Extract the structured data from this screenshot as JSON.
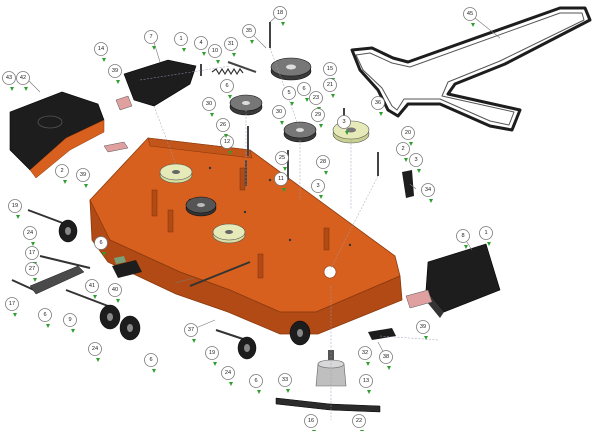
{
  "diagram": {
    "colors": {
      "deck": "#d8601f",
      "deck_dark": "#b14a14",
      "black_part": "#1d1d1d",
      "pulley_light": "#d9dfa0",
      "callout_border": "#7a7a7a",
      "arrow_green": "#2f9e2f",
      "background": "#ffffff"
    },
    "callouts": [
      {
        "id": "c1a",
        "label": "1"
      },
      {
        "id": "c1b",
        "label": "1"
      },
      {
        "id": "c2a",
        "label": "2"
      },
      {
        "id": "c2b",
        "label": "2"
      },
      {
        "id": "c3a",
        "label": "3"
      },
      {
        "id": "c3b",
        "label": "3"
      },
      {
        "id": "c3c",
        "label": "3"
      },
      {
        "id": "c4",
        "label": "4"
      },
      {
        "id": "c5",
        "label": "5"
      },
      {
        "id": "c6a",
        "label": "6"
      },
      {
        "id": "c6b",
        "label": "6"
      },
      {
        "id": "c6c",
        "label": "6"
      },
      {
        "id": "c6d",
        "label": "6"
      },
      {
        "id": "c6e",
        "label": "6"
      },
      {
        "id": "c6f",
        "label": "6"
      },
      {
        "id": "c7",
        "label": "7"
      },
      {
        "id": "c8",
        "label": "8"
      },
      {
        "id": "c9",
        "label": "9"
      },
      {
        "id": "c10",
        "label": "10"
      },
      {
        "id": "c11",
        "label": "11"
      },
      {
        "id": "c12",
        "label": "12"
      },
      {
        "id": "c13",
        "label": "13"
      },
      {
        "id": "c14",
        "label": "14"
      },
      {
        "id": "c15",
        "label": "15"
      },
      {
        "id": "c16",
        "label": "16"
      },
      {
        "id": "c17a",
        "label": "17"
      },
      {
        "id": "c17b",
        "label": "17"
      },
      {
        "id": "c18",
        "label": "18"
      },
      {
        "id": "c19a",
        "label": "19"
      },
      {
        "id": "c19b",
        "label": "19"
      },
      {
        "id": "c20",
        "label": "20"
      },
      {
        "id": "c21",
        "label": "21"
      },
      {
        "id": "c22",
        "label": "22"
      },
      {
        "id": "c23",
        "label": "23"
      },
      {
        "id": "c24a",
        "label": "24"
      },
      {
        "id": "c24b",
        "label": "24"
      },
      {
        "id": "c24c",
        "label": "24"
      },
      {
        "id": "c25",
        "label": "25"
      },
      {
        "id": "c26",
        "label": "26"
      },
      {
        "id": "c27",
        "label": "27"
      },
      {
        "id": "c28",
        "label": "28"
      },
      {
        "id": "c29",
        "label": "29"
      },
      {
        "id": "c30a",
        "label": "30"
      },
      {
        "id": "c30b",
        "label": "30"
      },
      {
        "id": "c31",
        "label": "31"
      },
      {
        "id": "c32",
        "label": "32"
      },
      {
        "id": "c33",
        "label": "33"
      },
      {
        "id": "c34",
        "label": "34"
      },
      {
        "id": "c35",
        "label": "35"
      },
      {
        "id": "c36",
        "label": "36"
      },
      {
        "id": "c37",
        "label": "37"
      },
      {
        "id": "c38",
        "label": "38"
      },
      {
        "id": "c39a",
        "label": "39"
      },
      {
        "id": "c39b",
        "label": "39"
      },
      {
        "id": "c39c",
        "label": "39"
      },
      {
        "id": "c40",
        "label": "40"
      },
      {
        "id": "c41",
        "label": "41"
      },
      {
        "id": "c42",
        "label": "42"
      },
      {
        "id": "c43",
        "label": "43"
      },
      {
        "id": "c45",
        "label": "45"
      }
    ]
  }
}
